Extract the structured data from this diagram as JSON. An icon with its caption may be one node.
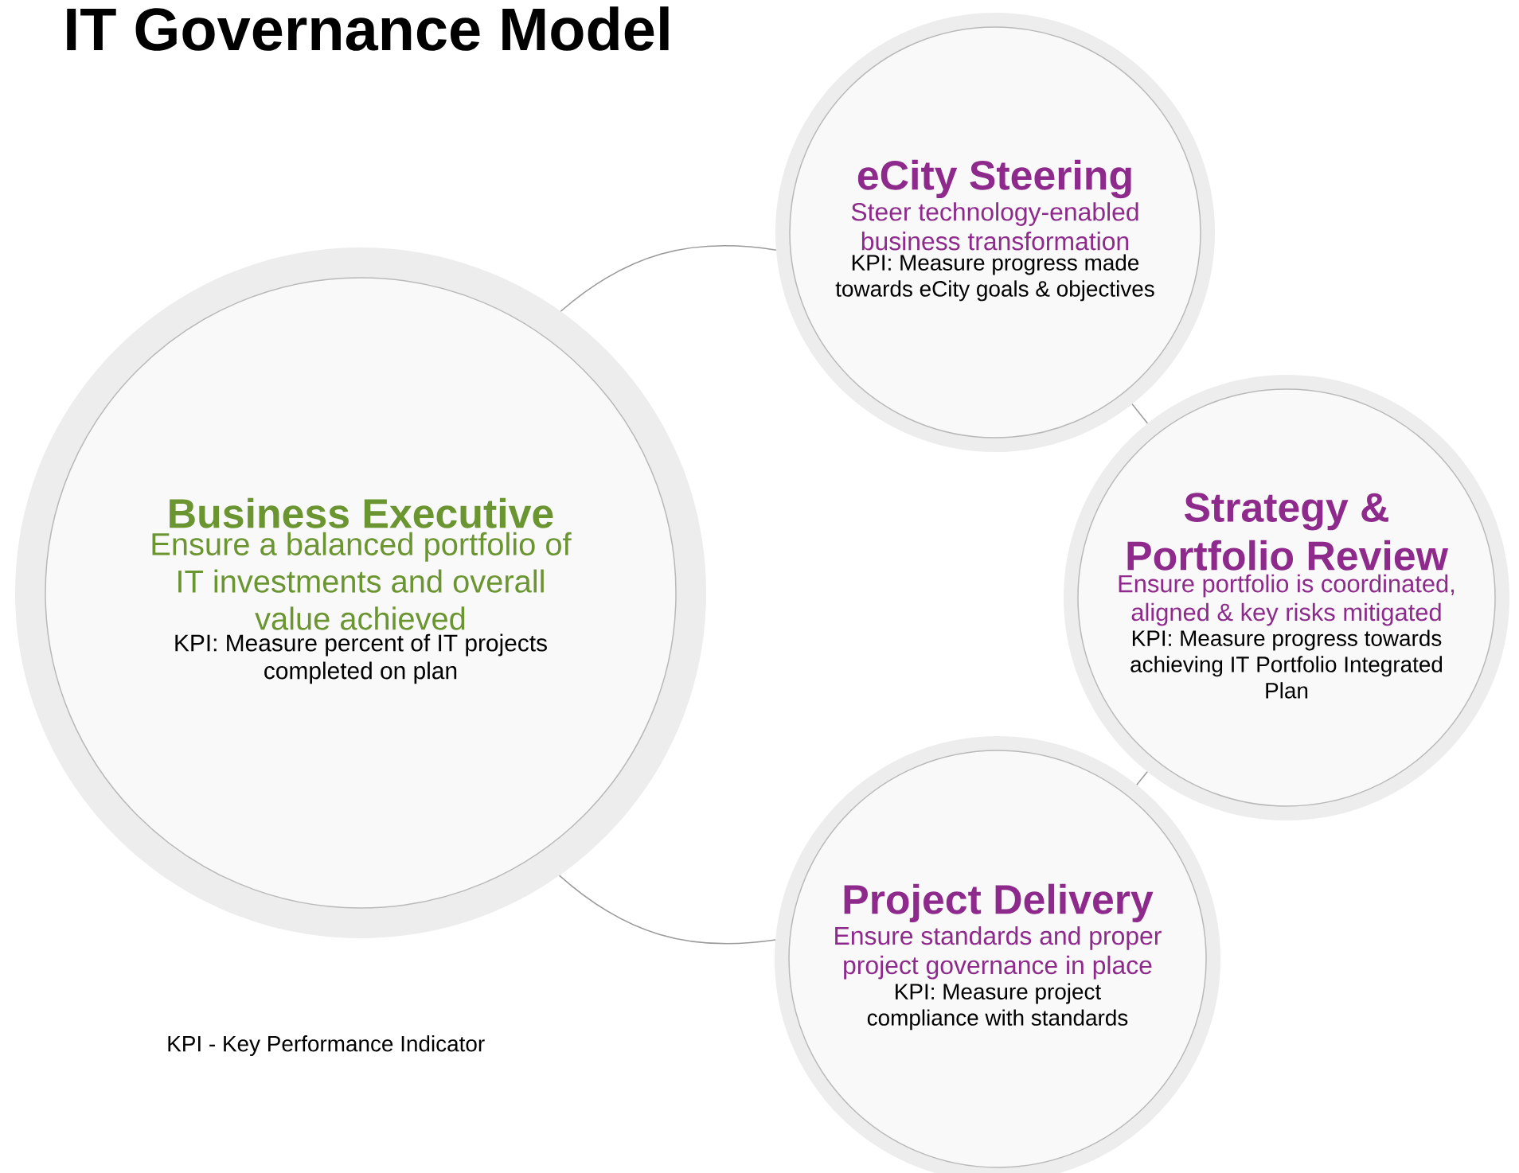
{
  "diagram": {
    "title": "IT Governance Model",
    "nodes": [
      {
        "text": [
          "Business Executive",
          "Ensure a balanced portfolio of IT investments and overall value achieved",
          "KPI: Measure percent of IT projects completed on plan"
        ]
      },
      {
        "text": [
          "eCity Steering",
          "Steer technology-enabled business transformation",
          "KPI: Measure progress made towards eCity goals & objectives"
        ]
      },
      {
        "text": [
          "Strategy & Portfolio Review",
          "Ensure portfolio is coordinated, aligned & key risks mitigated",
          "KPI: Measure progress towards achieving IT Portfolio Integrated Plan"
        ]
      },
      {
        "text": [
          "Project Delivery",
          "Ensure standards and proper project governance in place",
          "KPI: Measure project compliance with standards"
        ]
      }
    ],
    "edges": [
      {
        "from": 0,
        "to": 1,
        "arrow": "none"
      },
      {
        "from": 1,
        "to": 2,
        "arrow": "none"
      },
      {
        "from": 2,
        "to": 3,
        "arrow": "none"
      },
      {
        "from": 0,
        "to": 3,
        "arrow": "none"
      }
    ],
    "labels": [
      "KPI - Key Performance Indicator"
    ]
  }
}
